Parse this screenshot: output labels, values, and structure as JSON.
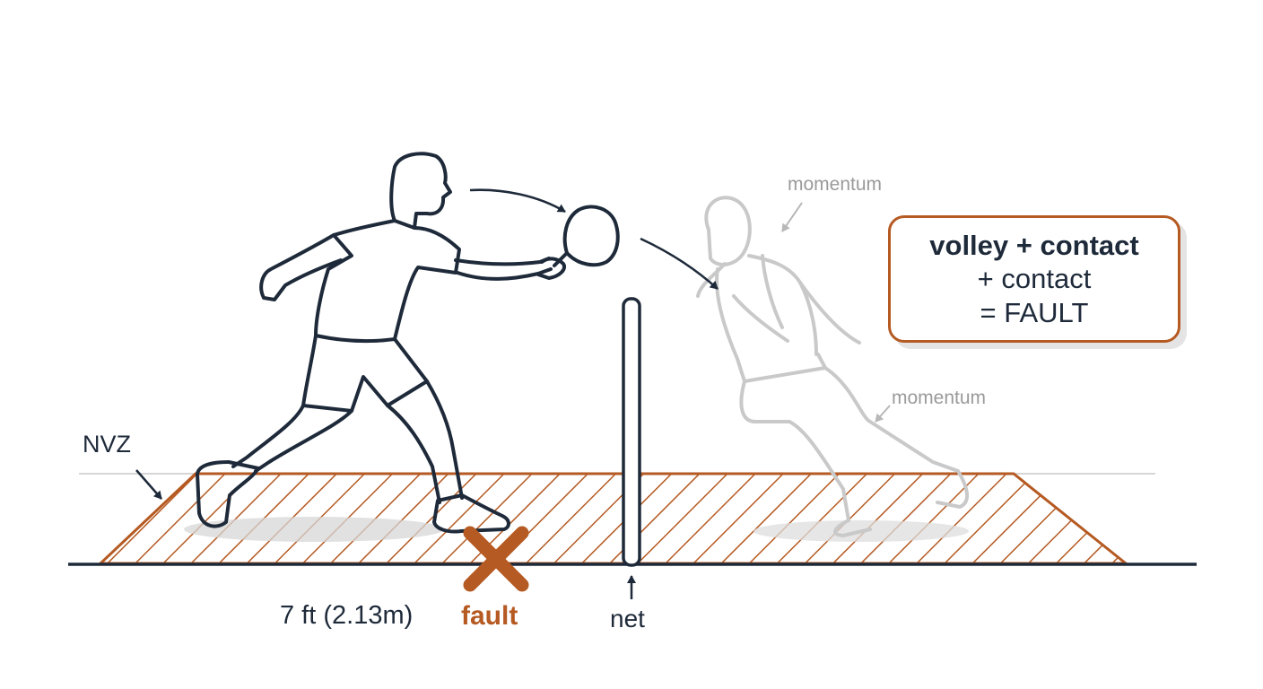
{
  "labels": {
    "nvz": "NVZ",
    "momentum_top": "momentum",
    "momentum_bottom": "momentum",
    "distance": "7 ft (2.13m)",
    "fault": "fault",
    "net": "net"
  },
  "rule_box": {
    "line1": "volley + contact",
    "line2": "+ contact",
    "line3": "= FAULT"
  },
  "colors": {
    "accent": "#b55a22",
    "ink": "#1e2a3a",
    "ghost": "#c9c9c9",
    "muted_text": "#9a9a9a"
  }
}
